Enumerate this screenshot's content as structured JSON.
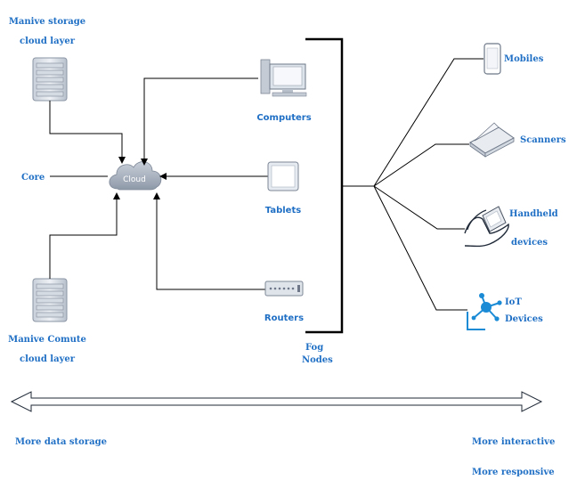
{
  "labels": {
    "storage_line1": "Manive storage",
    "storage_line2": "cloud layer",
    "core": "Core",
    "compute_line1": "Manive Comute",
    "compute_line2": "cloud layer",
    "cloud": "Cloud",
    "computers": "Computers",
    "tablets": "Tablets",
    "routers": "Routers",
    "fog_line1": "Fog",
    "fog_line2": "Nodes",
    "mobiles": "Mobiles",
    "scanners": "Scanners",
    "handheld_line1": "Handheld",
    "handheld_line2": "devices",
    "iot_line1": "IoT",
    "iot_line2": "Devices",
    "more_storage": "More data storage",
    "more_interactive": "More interactive",
    "more_responsive": "More responsive"
  },
  "icons": {
    "server_top": "server-rack-icon",
    "server_bottom": "server-rack-icon",
    "cloud": "cloud-icon",
    "computer": "desktop-computer-icon",
    "tablet": "tablet-icon",
    "router": "router-icon",
    "mobile": "mobile-phone-icon",
    "scanner": "scanner-icon",
    "handheld": "handheld-device-icon",
    "iot": "iot-hub-icon"
  },
  "colors": {
    "label": "#1f6fc5",
    "line": "#000000",
    "cloud_fill": "#a9b3c1",
    "iot": "#1b8bd6"
  }
}
